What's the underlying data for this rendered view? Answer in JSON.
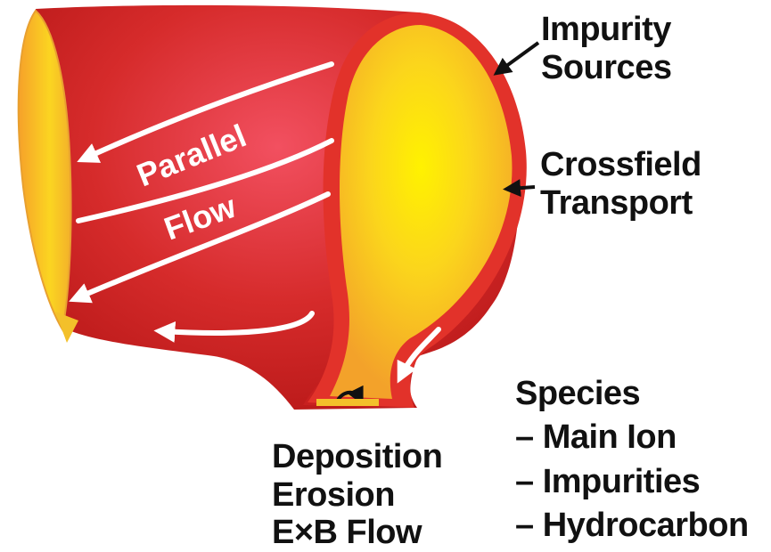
{
  "diagram": {
    "flow_label_line1": "Parallel",
    "flow_label_line2": "Flow",
    "impurity_sources": [
      "Impurity",
      "Sources"
    ],
    "crossfield_transport": [
      "Crossfield",
      "Transport"
    ],
    "species": [
      "Species",
      "– Main Ion",
      "– Impurities",
      "– Hydrocarbon"
    ],
    "surface_processes": [
      "Deposition",
      "Erosion",
      "E×B Flow"
    ]
  },
  "colors": {
    "plasma_red": "#d42a2a",
    "cross_section_yellow": "#f6c025",
    "arrow_white": "#ffffff",
    "text": "#111111"
  }
}
